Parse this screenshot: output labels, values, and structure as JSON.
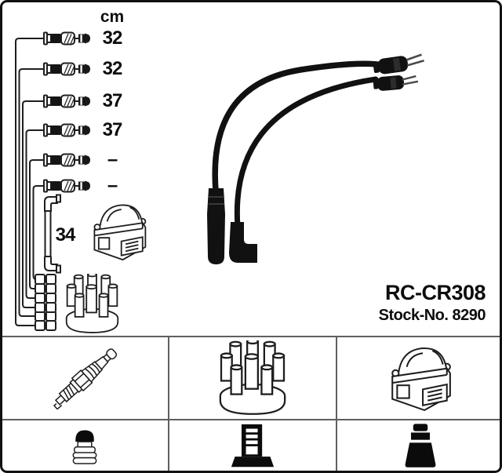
{
  "diagram": {
    "unit_header": "cm",
    "cables": [
      {
        "length": "32"
      },
      {
        "length": "32"
      },
      {
        "length": "37"
      },
      {
        "length": "37"
      },
      {
        "length": "–"
      },
      {
        "length": "–"
      }
    ],
    "coil_cable": {
      "length": "34"
    },
    "icons": [
      "ignition-coil-icon",
      "distributor-cap-icon",
      "lead-connector-icon",
      "distributor-terminal-icon",
      "angled-boot-icon"
    ]
  },
  "photo": {
    "icons": [
      "straight-plug-boot-icon",
      "angled-plug-boot-icon",
      "distributor-end-plug-icon"
    ]
  },
  "product": {
    "part_code": "RC-CR308",
    "stock_number": "Stock-No. 8290"
  },
  "legend": {
    "cells": [
      {
        "icon": "spark-plug-icon"
      },
      {
        "icon": "distributor-cap-icon"
      },
      {
        "icon": "ignition-coil-icon"
      },
      {
        "icon": "plug-terminal-nut-icon"
      },
      {
        "icon": "distributor-terminal-icon"
      },
      {
        "icon": "coil-boot-icon"
      }
    ]
  },
  "colors": {
    "line": "#1e1e1e",
    "silhouette": "#0b0b0b",
    "grid_line": "#5f5f5f",
    "background": "#ffffff"
  }
}
